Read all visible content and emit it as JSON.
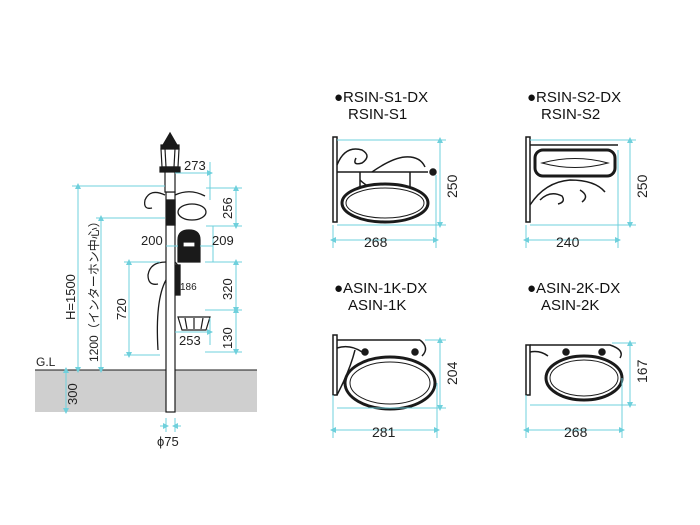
{
  "colors": {
    "dimension_line": "#6fd0dc",
    "ground": "#cfcfcf",
    "ink": "#1a1a1a"
  },
  "post": {
    "height_label": "H=1500",
    "intercom_label": "1200（インターホン中心）",
    "ground_label": "G.L",
    "embed_label": "300",
    "diameter_label": "ϕ75",
    "dims": {
      "sign_width": "273",
      "sign_height": "256",
      "mailbox_width": "200",
      "mailbox_right": "209",
      "mailbox_height": "320",
      "offset_720": "720",
      "small_186": "186",
      "planter_width": "253",
      "planter_height": "130"
    }
  },
  "brackets": [
    {
      "id": "rsin-s1",
      "title_line1": "●RSIN-S1-DX",
      "title_line2": "RSIN-S1",
      "width": "268",
      "height": "250"
    },
    {
      "id": "rsin-s2",
      "title_line1": "●RSIN-S2-DX",
      "title_line2": "RSIN-S2",
      "width": "240",
      "height": "250"
    },
    {
      "id": "asin-1k",
      "title_line1": "●ASIN-1K-DX",
      "title_line2": "ASIN-1K",
      "width": "281",
      "height": "204"
    },
    {
      "id": "asin-2k",
      "title_line1": "●ASIN-2K-DX",
      "title_line2": "ASIN-2K",
      "width": "268",
      "height": "167"
    }
  ]
}
